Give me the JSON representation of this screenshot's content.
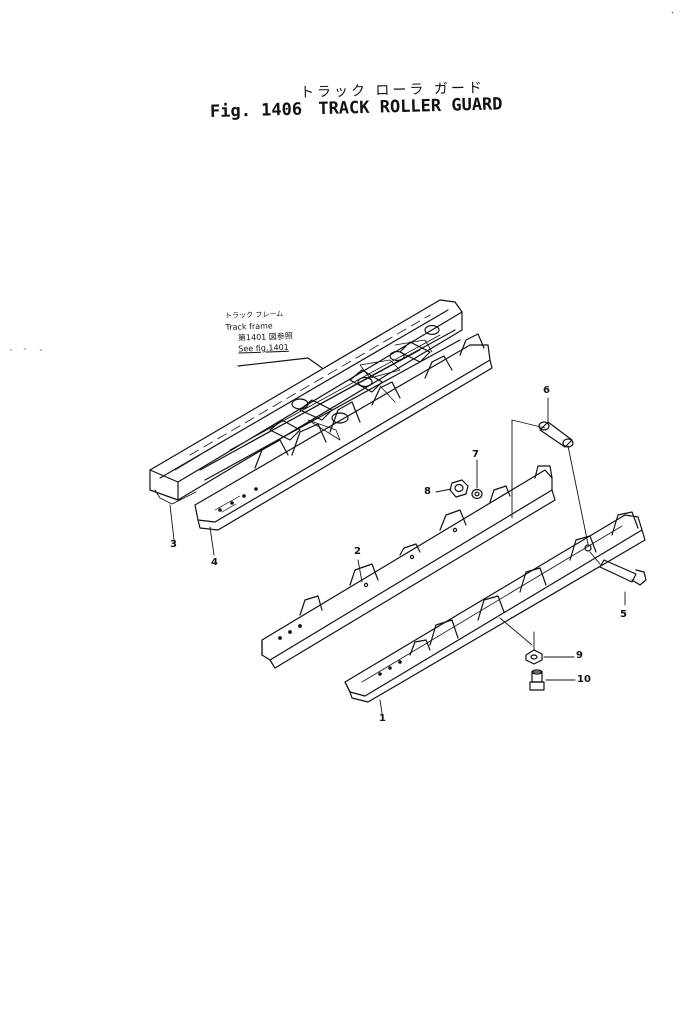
{
  "header": {
    "subtitle_jp": "トラック ローラ ガード",
    "figure_label": "Fig. 1406",
    "title": "TRACK ROLLER GUARD"
  },
  "reference_note": {
    "line_jp": "トラック フレーム",
    "line_en": "Track frame",
    "ref_jp": "第1401 図参照",
    "see": "See fig.1401"
  },
  "callouts": [
    "1",
    "2",
    "3",
    "4",
    "5",
    "6",
    "7",
    "8",
    "9",
    "10"
  ]
}
